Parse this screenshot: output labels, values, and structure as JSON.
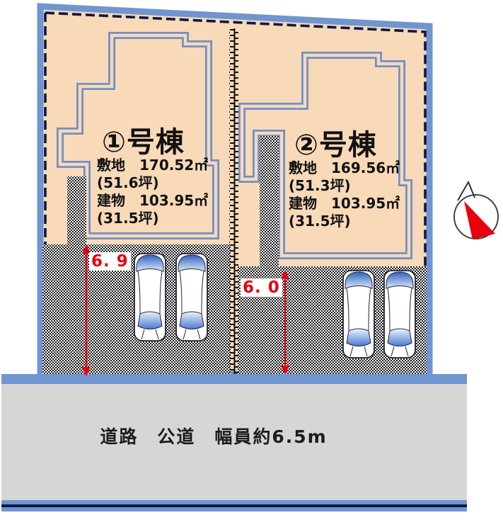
{
  "page": {
    "type": "real-estate-site-plan"
  },
  "lots": {
    "lot1": {
      "title": "①号棟",
      "lines": [
        "敷地　170.52㎡",
        "(51.6坪)",
        "建物　103.95㎡",
        "(31.5坪)"
      ],
      "depth_label": "6. 9"
    },
    "lot2": {
      "title": "②号棟",
      "lines": [
        "敷地　169.56㎡",
        "(51.3坪)",
        "建物　103.95㎡",
        "(31.5坪)"
      ],
      "depth_label": "6. 0"
    }
  },
  "road": {
    "label": "道路　公道　幅員約6.5m"
  },
  "icons": {
    "compass": "north-arrow",
    "vehicles": "car-top-view"
  },
  "colors": {
    "lot_fill": "#F8D9B8",
    "boundary_blue": "#7095D0",
    "building_line": "#6E90CA",
    "navy": "#0D1845",
    "road_gray": "#D6D6D6",
    "accent_red": "#E60012"
  }
}
